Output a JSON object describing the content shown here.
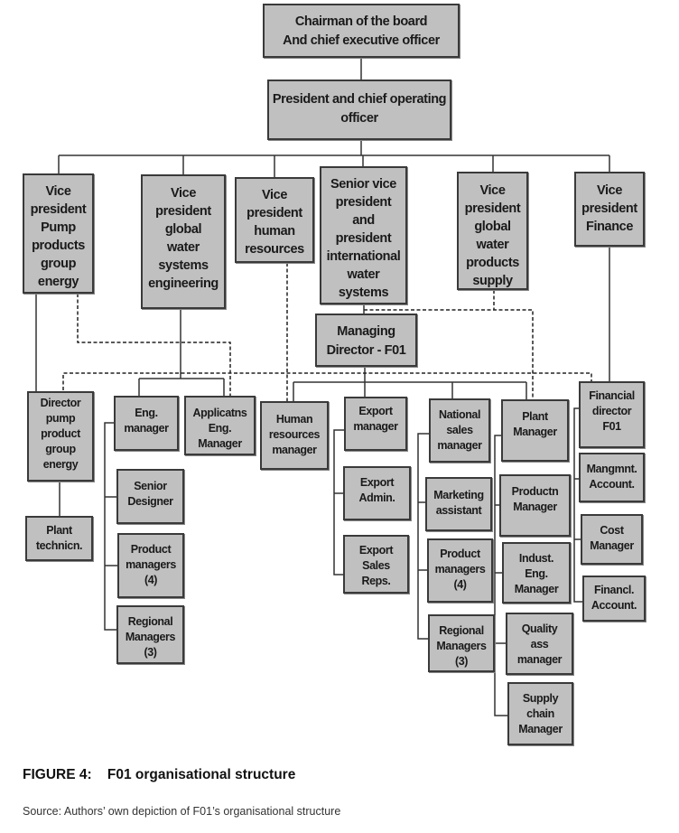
{
  "boxes": {
    "chairman": "Chairman of the board\nAnd chief executive officer",
    "president": "President and chief operating\nofficer",
    "vp_pump": "Vice\npresident\nPump\nproducts\ngroup\nenergy",
    "vp_gwse": "Vice\npresident\nglobal\nwater\nsystems\nengineering",
    "vp_hr": "Vice\npresident\nhuman\nresources",
    "svp_intl": "Senior vice\npresident\nand\npresident\ninternational\nwater\nsystems",
    "vp_supply": "Vice\npresident\nglobal\nwater\nproducts\nsupply",
    "vp_finance": "Vice\npresident\nFinance",
    "managing_director": "Managing\nDirector - F01",
    "director_pump": "Director\npump\nproduct\ngroup\nenergy",
    "plant_technician": "Plant\ntechnicn.",
    "eng_manager": "Eng.\nmanager",
    "applications_eng_manager": "Applicatns\nEng.\nManager",
    "hr_manager": "Human\nresources\nmanager",
    "senior_designer": "Senior\nDesigner",
    "product_managers_eng": "Product\nmanagers\n(4)",
    "regional_managers_eng": "Regional\nManagers\n(3)",
    "export_manager": "Export\nmanager",
    "export_admin": "Export\nAdmin.",
    "export_sales_reps": "Export\nSales\nReps.",
    "national_sales_manager": "National\nsales\nmanager",
    "marketing_assistant": "Marketing\nassistant",
    "product_managers_sales": "Product\nmanagers\n(4)",
    "regional_managers_sales": "Regional\nManagers\n(3)",
    "plant_manager": "Plant\nManager",
    "production_manager": "Productn\nManager",
    "indust_eng_manager": "Indust.\nEng.\nManager",
    "quality_manager": "Quality\nass\nmanager",
    "supply_chain_manager": "Supply\nchain\nManager",
    "financial_director": "Financial\ndirector\nF01",
    "management_accountant": "Mangmnt.\nAccount.",
    "cost_manager": "Cost\nManager",
    "financial_accountant": "Financl.\nAccount."
  },
  "caption": "FIGURE 4:    F01 organisational structure",
  "source": "Source: Authors’ own depiction of F01’s organisational structure",
  "colors": {
    "box_fill": "#c0c0c0",
    "border": "#3a3a3a"
  }
}
